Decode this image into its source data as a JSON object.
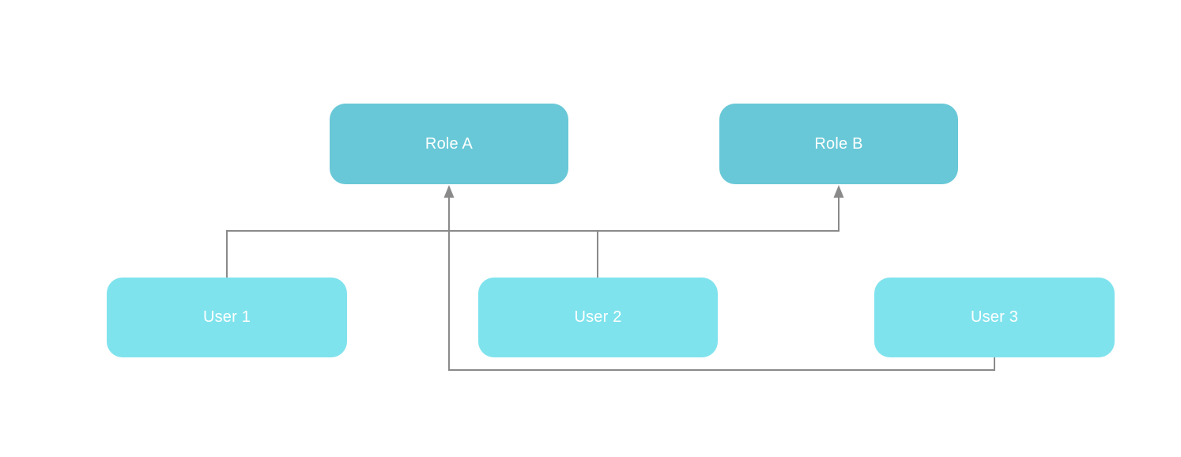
{
  "diagram": {
    "background_color": "#ffffff",
    "connector_color": "#8a8a8a",
    "node_text_color": "#ffffff",
    "role_fill_color": "#68c8d7",
    "user_fill_color": "#7fe3ed",
    "nodes": [
      {
        "id": "role-a",
        "label": "Role A",
        "type": "role",
        "fill": "#68c8d7"
      },
      {
        "id": "role-b",
        "label": "Role B",
        "type": "role",
        "fill": "#68c8d7"
      },
      {
        "id": "user-1",
        "label": "User 1",
        "type": "user",
        "fill": "#7fe3ed"
      },
      {
        "id": "user-2",
        "label": "User 2",
        "type": "user",
        "fill": "#7fe3ed"
      },
      {
        "id": "user-3",
        "label": "User 3",
        "type": "user",
        "fill": "#7fe3ed"
      }
    ],
    "edges": [
      {
        "from": "User 1",
        "to": "Role B",
        "arrow": "into-target",
        "style": "orthogonal"
      },
      {
        "from": "User 2",
        "to": "Role B",
        "arrow": "into-target",
        "style": "orthogonal"
      },
      {
        "from": "User 3",
        "to": "Role A",
        "arrow": "into-target",
        "style": "orthogonal"
      }
    ]
  }
}
